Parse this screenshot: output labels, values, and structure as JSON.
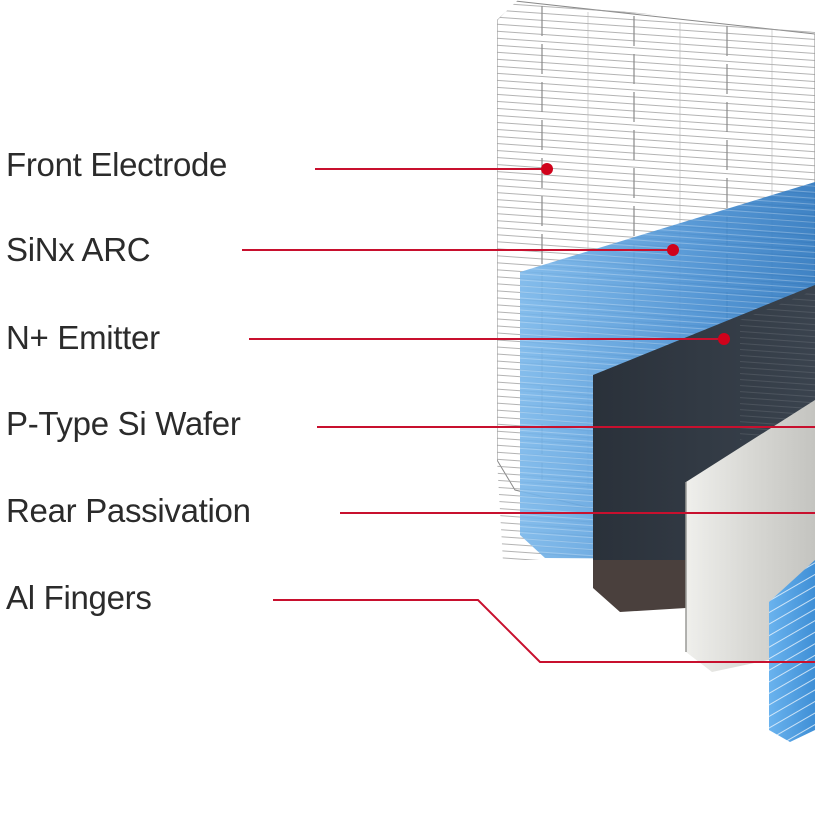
{
  "labels": {
    "front_electrode": "Front Electrode",
    "sinx_arc": "SiNx ARC",
    "n_emitter": "N+ Emitter",
    "p_wafer": "P-Type Si Wafer",
    "rear_passivation": "Rear Passivation",
    "al_fingers": "Al Fingers"
  },
  "colors": {
    "leader_line": "#c8102e",
    "front_grid": "#8a8a8a",
    "arc_blue": "#3f8fd6",
    "emitter_dark": "#2b333d",
    "wafer_gray": "#d9d9d6",
    "al_blue": "#5aa8e8"
  }
}
